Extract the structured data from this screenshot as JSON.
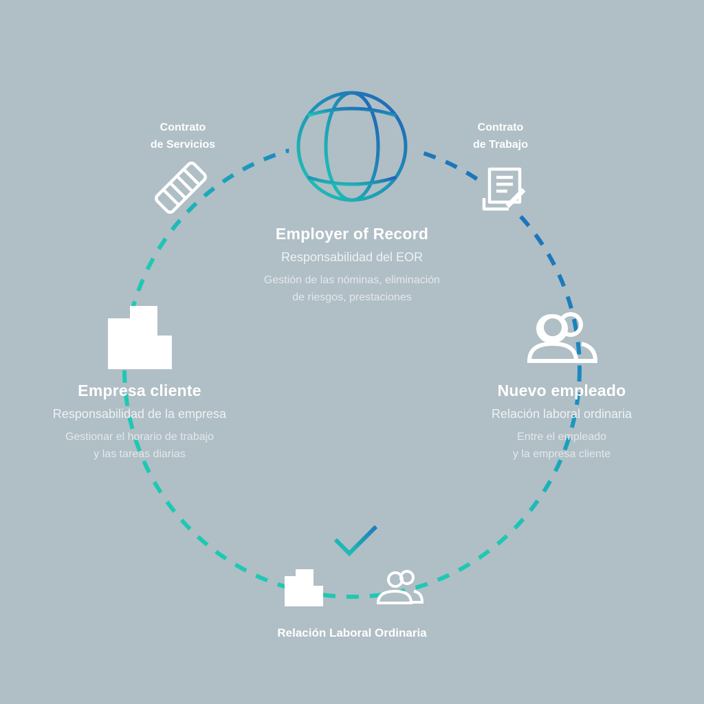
{
  "colors": {
    "background": "#b0bec5",
    "ring_teal": "#1ec8b4",
    "ring_blue": "#1f5fb8",
    "text": "#ffffff"
  },
  "eor": {
    "title": "Employer of Record",
    "subtitle": "Responsabilidad del EOR",
    "desc_line1": "Gestión de las nóminas, eliminación",
    "desc_line2": "de riesgos, prestaciones",
    "icon": "globe-icon"
  },
  "contrato_servicios": {
    "line1": "Contrato",
    "line2": "de Servicios",
    "icon": "handshake-icon"
  },
  "contrato_trabajo": {
    "line1": "Contrato",
    "line2": "de Trabajo",
    "icon": "contract-pen-icon"
  },
  "empresa_cliente": {
    "title": "Empresa cliente",
    "subtitle": "Responsabilidad de la empresa",
    "desc_line1": "Gestionar el horario de trabajo",
    "desc_line2": "y las tareas diarias",
    "icon": "building-icon"
  },
  "nuevo_empleado": {
    "title": "Nuevo empleado",
    "subtitle": "Relación laboral ordinaria",
    "desc_line1": "Entre el empleado",
    "desc_line2": "y la empresa cliente",
    "icon": "users-icon"
  },
  "bottom": {
    "label": "Relación Laboral Ordinaria",
    "icons": [
      "checkmark-icon",
      "building-icon",
      "users-icon"
    ]
  }
}
